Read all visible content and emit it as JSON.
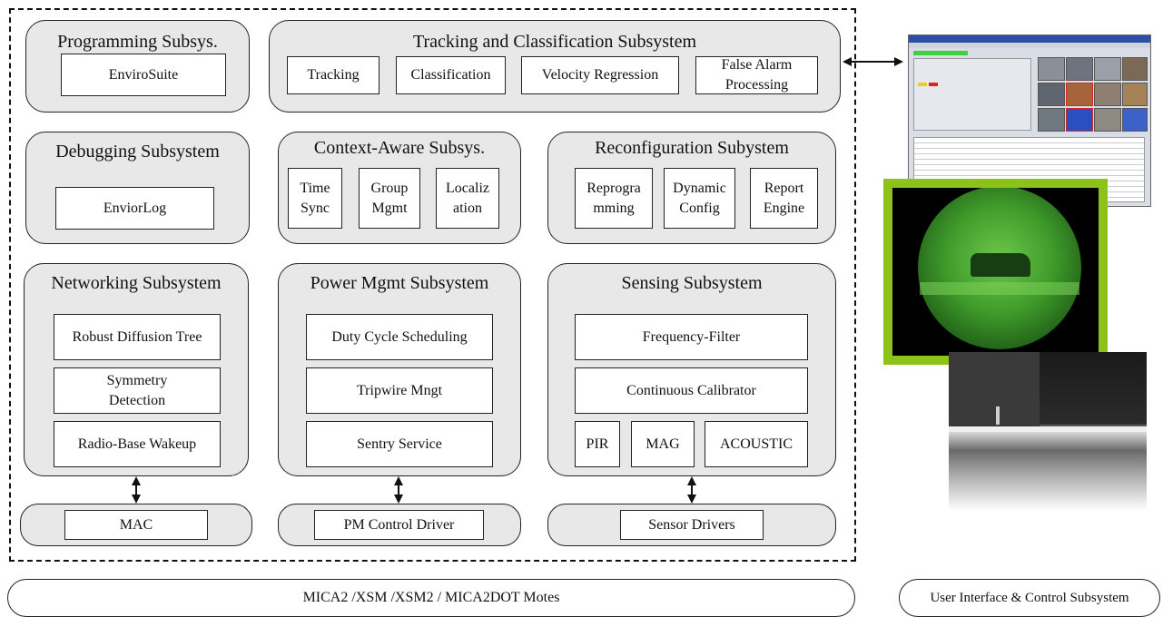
{
  "programming": {
    "title": "Programming Subsys.",
    "items": [
      "EnviroSuite"
    ]
  },
  "tracking": {
    "title": "Tracking and Classification Subsystem",
    "items": [
      "Tracking",
      "Classification",
      "Velocity Regression",
      "False Alarm Processing"
    ]
  },
  "debugging": {
    "title": "Debugging Subsystem",
    "items": [
      "EnviorLog"
    ]
  },
  "context": {
    "title": "Context-Aware Subsys.",
    "items": [
      "Time Sync",
      "Group Mgmt",
      "Localiz ation"
    ]
  },
  "reconfig": {
    "title": "Reconfiguration Subystem",
    "items": [
      "Reprogra mming",
      "Dynamic Config",
      "Report Engine"
    ]
  },
  "networking": {
    "title": "Networking Subsystem",
    "items": [
      "Robust Diffusion Tree",
      "Symmetry Detection",
      "Radio-Base Wakeup"
    ],
    "driver": "MAC"
  },
  "power": {
    "title": "Power Mgmt Subsystem",
    "items": [
      "Duty Cycle Scheduling",
      "Tripwire Mngt",
      "Sentry Service"
    ],
    "driver": "PM Control Driver"
  },
  "sensing": {
    "title": "Sensing Subsystem",
    "items": [
      "Frequency-Filter",
      "Continuous Calibrator",
      "PIR",
      "MAG",
      "ACOUSTIC"
    ],
    "driver": "Sensor Drivers"
  },
  "motes_label": "MICA2 /XSM /XSM2 / MICA2DOT Motes",
  "ui_label": "User Interface & Control Subsystem",
  "colors": {
    "subsystem_fill": "#e8e8e8",
    "nightvision_frame": "#8cc21a",
    "nightvision_green": "#3f9a2a"
  },
  "icons": [
    "screenshot-window-image",
    "night-vision-image",
    "thermal-image"
  ]
}
